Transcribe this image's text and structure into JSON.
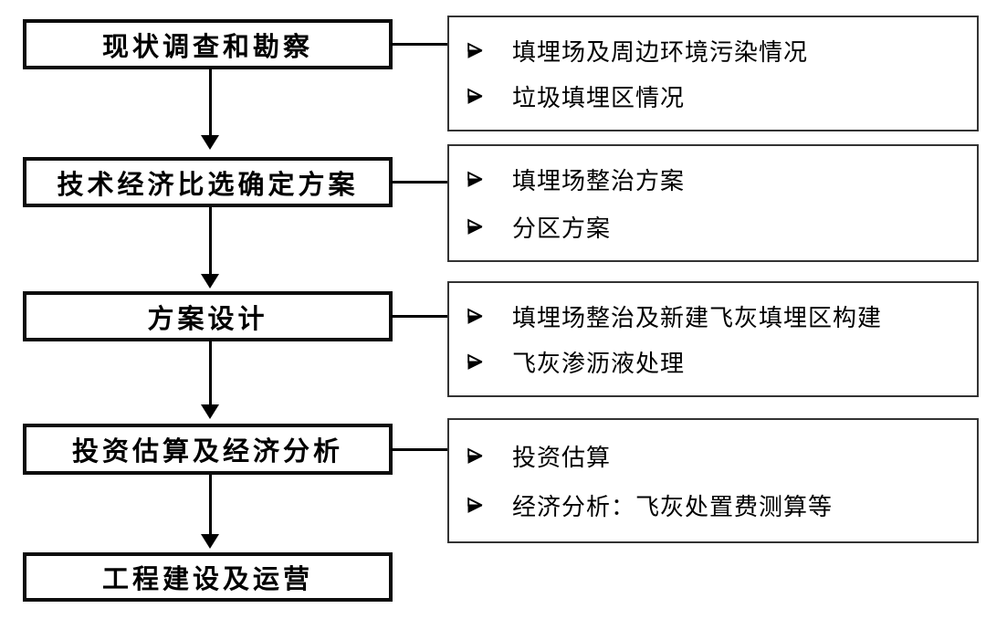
{
  "flow": {
    "stages": [
      {
        "label": "现状调查和勘察"
      },
      {
        "label": "技术经济比选确定方案"
      },
      {
        "label": "方案设计"
      },
      {
        "label": "投资估算及经济分析"
      },
      {
        "label": "工程建设及运营"
      }
    ],
    "details": [
      {
        "items": [
          "填埋场及周边环境污染情况",
          "垃圾填埋区情况"
        ]
      },
      {
        "items": [
          "填埋场整治方案",
          "分区方案"
        ]
      },
      {
        "items": [
          "填埋场整治及新建飞灰填埋区构建",
          "飞灰渗沥液处理"
        ]
      },
      {
        "items": [
          "投资估算",
          "经济分析：飞灰处置费测算等"
        ]
      }
    ],
    "icons": {
      "bullet": "➢",
      "arrowhead": "▼"
    },
    "colors": {
      "stage_border": "#0c0c0c",
      "detail_border": "#333333",
      "line": "#000000",
      "background": "#ffffff",
      "text": "#000000"
    }
  }
}
